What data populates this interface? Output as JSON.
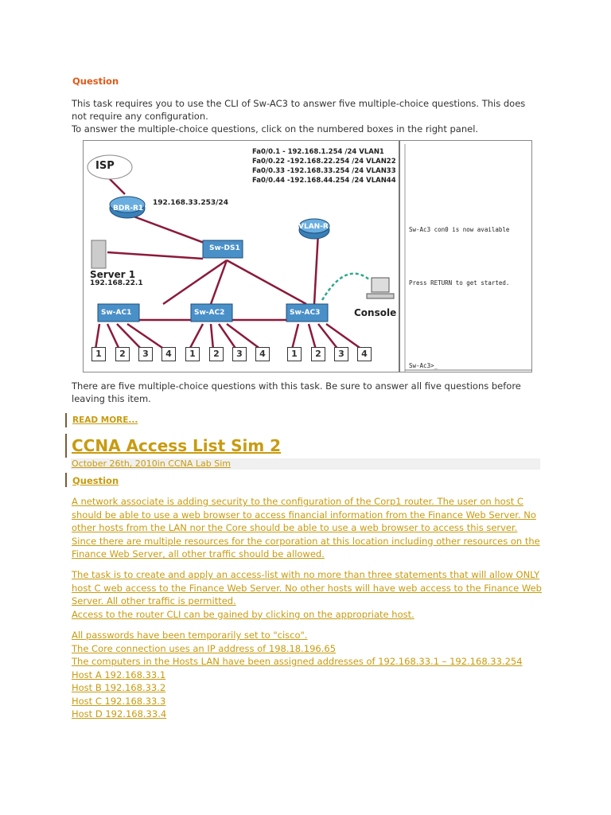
{
  "question_heading": "Question",
  "intro_lines": [
    "This task requires you to use the CLI of Sw-AC3 to answer five multiple-choice questions. This does",
    "not require any configuration.",
    "To answer the multiple-choice questions, click on the numbered boxes in the right panel."
  ],
  "diagram": {
    "isp": "ISP",
    "bdr": "BDR-R1",
    "bdr_ip": "192.168.33.253/24",
    "ds1": "Sw-DS1",
    "vlan_r1": "VLAN-R1",
    "server_name": "Server 1",
    "server_ip": "192.168.22.1",
    "ac1": "Sw-AC1",
    "ac2": "Sw-AC2",
    "ac3": "Sw-AC3",
    "console": "Console",
    "vlan_table": [
      "Fa0/0.1  - 192.168.1.254  /24 VLAN1",
      "Fa0/0.22 -192.168.22.254 /24 VLAN22",
      "Fa0/0.33 -192.168.33.254 /24 VLAN33",
      "Fa0/0.44 -192.168.44.254 /24 VLAN44"
    ],
    "host_numbers": [
      "1",
      "2",
      "3",
      "4"
    ],
    "terminal": {
      "line1": "Sw-Ac3 con0 is now available",
      "line2": "Press RETURN to get started.",
      "prompt": "Sw-Ac3>_"
    }
  },
  "after_diagram_lines": [
    "There are five multiple-choice questions with this task. Be sure to answer all five questions before",
    "leaving this item."
  ],
  "read_more": "READ MORE...",
  "post_title": "CCNA Access List Sim 2",
  "post_date": "October 26th, 2010in CCNA Lab Sim",
  "post_question_heading": "Question",
  "para1": [
    "A network associate is adding security to the configuration of the Corp1 router. The user on host C",
    "should be able to use a web browser to access financial information from the Finance Web Server. No",
    "other hosts from the LAN nor the Core should be able to use a web browser to access this server.",
    "Since there are multiple resources for the corporation at this location including other resources on the",
    "Finance Web Server, all other traffic should be allowed."
  ],
  "para2": [
    "The task is to create and apply an access-list with no more than three statements that will allow ONLY",
    "host C web access to the Finance Web Server. No other hosts will have web access to the Finance Web",
    "Server. All other traffic is permitted.",
    "Access to the router CLI can be gained by clicking on the appropriate host."
  ],
  "para3": [
    "All passwords have been temporarily set to \"cisco\".",
    "The Core connection uses an IP address of 198.18.196.65",
    "The computers in the Hosts LAN have been assigned addresses of 192.168.33.1 – 192.168.33.254",
    "Host A 192.168.33.1",
    "Host B 192.168.33.2",
    "Host C 192.168.33.3",
    "Host D 192.168.33.4"
  ]
}
